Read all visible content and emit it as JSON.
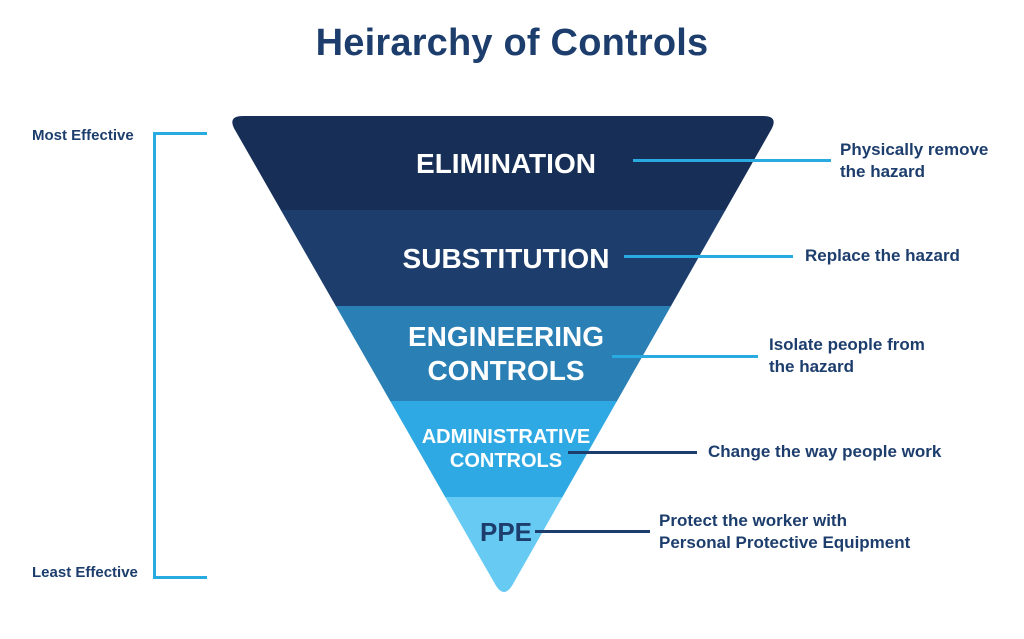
{
  "title": "Heirarchy of Controls",
  "scale": {
    "top_label": "Most Effective",
    "bottom_label": "Least Effective"
  },
  "levels": [
    {
      "label_lines": [
        "ELIMINATION"
      ],
      "fill": "#172f57",
      "text_color": "#ffffff",
      "connector_color": "#29abe2",
      "desc_lines": [
        "Physically remove",
        "the hazard"
      ]
    },
    {
      "label_lines": [
        "SUBSTITUTION"
      ],
      "fill": "#1d3e6d",
      "text_color": "#ffffff",
      "connector_color": "#29abe2",
      "desc_lines": [
        "Replace the hazard"
      ]
    },
    {
      "label_lines": [
        "ENGINEERING",
        "CONTROLS"
      ],
      "fill": "#2a7fb4",
      "text_color": "#ffffff",
      "connector_color": "#29abe2",
      "desc_lines": [
        "Isolate people from",
        "the hazard"
      ]
    },
    {
      "label_lines": [
        "ADMINISTRATIVE",
        "CONTROLS"
      ],
      "fill": "#2fa9e3",
      "text_color": "#ffffff",
      "connector_color": "#1d3e6d",
      "desc_lines": [
        "Change the way people work"
      ]
    },
    {
      "label_lines": [
        "PPE"
      ],
      "fill": "#66caf3",
      "text_color": "#1d3e6d",
      "connector_color": "#1d3e6d",
      "desc_lines": [
        "Protect the worker with",
        "Personal Protective Equipment"
      ]
    }
  ],
  "colors": {
    "title": "#1d3e6d",
    "text_dark": "#1d3e6d",
    "accent": "#29abe2"
  }
}
